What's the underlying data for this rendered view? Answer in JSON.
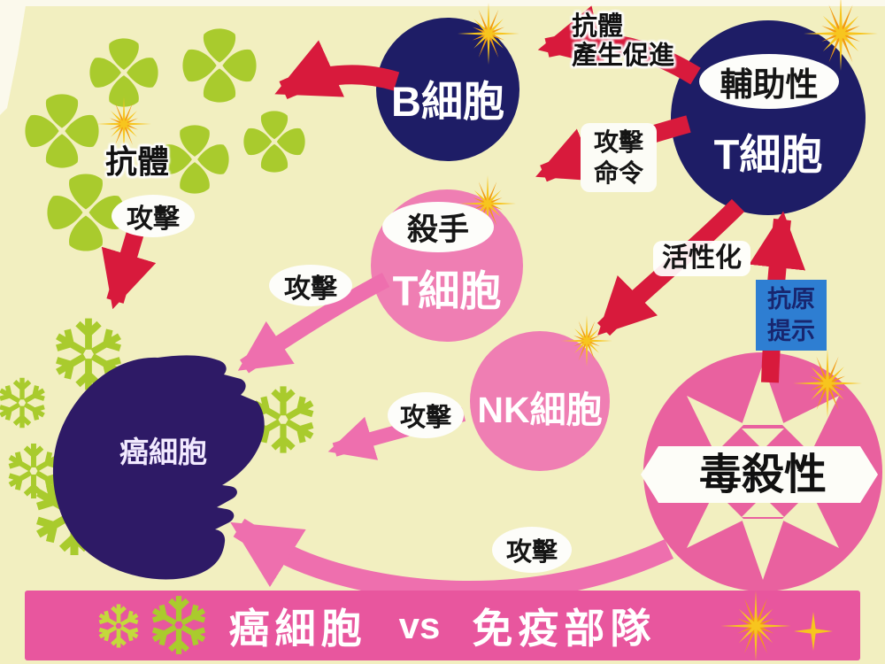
{
  "cells": {
    "b_cell": {
      "label": "B細胞"
    },
    "helper_t": {
      "type_label": "輔助性",
      "label": "T細胞"
    },
    "killer_t": {
      "type_label": "殺手",
      "label": "T細胞"
    },
    "nk": {
      "label": "NK細胞"
    },
    "cytotoxic": {
      "label": "毒殺性"
    },
    "cancer": {
      "label": "癌細胞"
    }
  },
  "annotations": {
    "antibody": "抗體",
    "antibody_attack": "攻擊",
    "antibody_production_line1": "抗體",
    "antibody_production_line2": "產生促進",
    "attack_command_line1": "攻擊",
    "attack_command_line2": "命令",
    "activation": "活性化",
    "antigen_presentation_line1": "抗原",
    "antigen_presentation_line2": "提示",
    "killer_attack": "攻擊",
    "nk_attack": "攻擊",
    "cytotoxic_attack": "攻擊"
  },
  "banner": {
    "left": "癌細胞",
    "vs": "vs",
    "right": "免疫部隊"
  },
  "icons": {
    "antibody": "cross-flower-icon",
    "cancer_antigen": "snowflake-icon",
    "impact": "starburst-icon"
  },
  "colors": {
    "background": "#f2efc0",
    "navy_cell": "#1e1d66",
    "pink_cell": "#ef7eb3",
    "cytotoxic_pink": "#e9619f",
    "red_arrow": "#d81a3c",
    "pink_arrow": "#ee6fae",
    "cancer_purple": "#2e1a66",
    "antigen_green": "#a9cb2d",
    "star_yellow": "#f7c51e",
    "star_orange": "#f29b12",
    "antigen_box_blue": "#2e7ed2",
    "banner_pink": "#e8569e"
  }
}
